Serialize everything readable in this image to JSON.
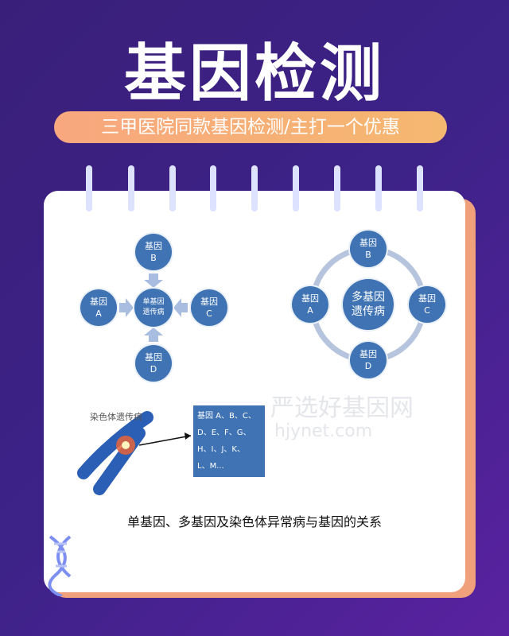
{
  "header": {
    "title": "基因检测",
    "subtitle": "三甲医院同款基因检测/主打一个优惠"
  },
  "single_gene": {
    "center": [
      "单基因",
      "遗传病"
    ],
    "nodes": [
      {
        "id": "B",
        "label": "基因",
        "letter": "B"
      },
      {
        "id": "A",
        "label": "基因",
        "letter": "A"
      },
      {
        "id": "C",
        "label": "基因",
        "letter": "C"
      },
      {
        "id": "D",
        "label": "基因",
        "letter": "D"
      }
    ]
  },
  "multi_gene": {
    "center": [
      "多基因",
      "遗传病"
    ],
    "nodes": [
      {
        "label": "基因",
        "letter": "B"
      },
      {
        "label": "基因",
        "letter": "A"
      },
      {
        "label": "基因",
        "letter": "C"
      },
      {
        "label": "基因",
        "letter": "D"
      }
    ]
  },
  "chromosome": {
    "label": "染色体遗传病",
    "genes": [
      "基因 A、B、C、",
      "D、E、F、G、",
      "H、I、J、K、",
      "L、M..."
    ]
  },
  "watermark": {
    "name": "严选好基因网",
    "url": "hjynet.com"
  },
  "caption": "单基因、多基因及染色体异常病与基因的关系",
  "colors": {
    "node": "#3f73b3",
    "pill": "#f8a77e"
  }
}
